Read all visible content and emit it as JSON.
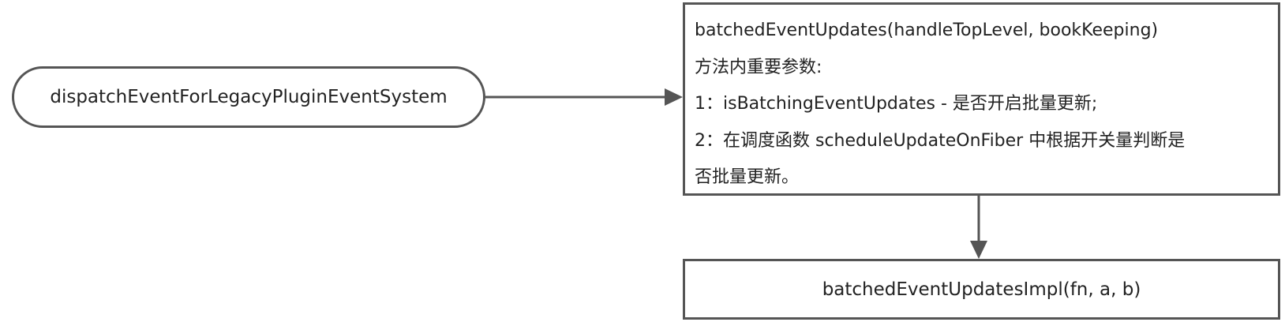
{
  "diagram": {
    "nodes": {
      "dispatch": {
        "label": "dispatchEventForLegacyPluginEventSystem"
      },
      "batched": {
        "lines": [
          "batchedEventUpdates(handleTopLevel, bookKeeping)",
          "方法内重要参数:",
          "1：isBatchingEventUpdates - 是否开启批量更新;",
          "2：在调度函数 scheduleUpdateOnFiber 中根据开关量判断是",
          "否批量更新。"
        ]
      },
      "impl": {
        "label": "batchedEventUpdatesImpl(fn, a, b)"
      }
    },
    "edges": [
      {
        "from": "dispatch",
        "to": "batched"
      },
      {
        "from": "batched",
        "to": "impl"
      }
    ],
    "colors": {
      "stroke": "#555555",
      "fill": "#ffffff",
      "text": "#222222"
    }
  }
}
